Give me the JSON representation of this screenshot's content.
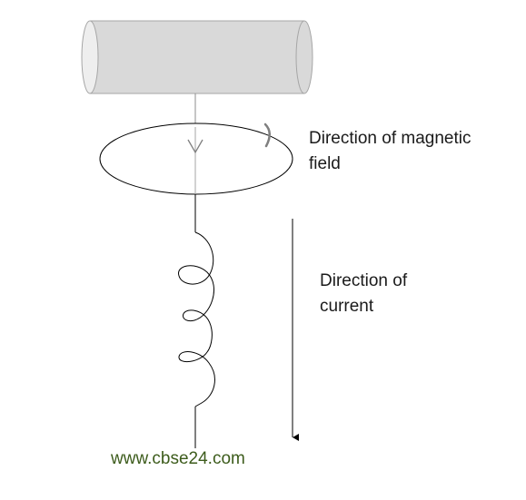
{
  "labels": {
    "magnetic_field_line1": "Direction of magnetic",
    "magnetic_field_line2": "field",
    "current_line1": "Direction of",
    "current_line2": "current"
  },
  "watermark": "www.cbse24.com",
  "colors": {
    "magnet_fill": "#d9d9d9",
    "magnet_end": "#e8e8e8",
    "magnet_stroke": "#a6a6a6",
    "wire": "#000000",
    "wire_above": "#8c8c8c",
    "field_arrow": "#7f7f7f",
    "text": "#1a1a1a",
    "watermark": "#3d5c1c"
  }
}
